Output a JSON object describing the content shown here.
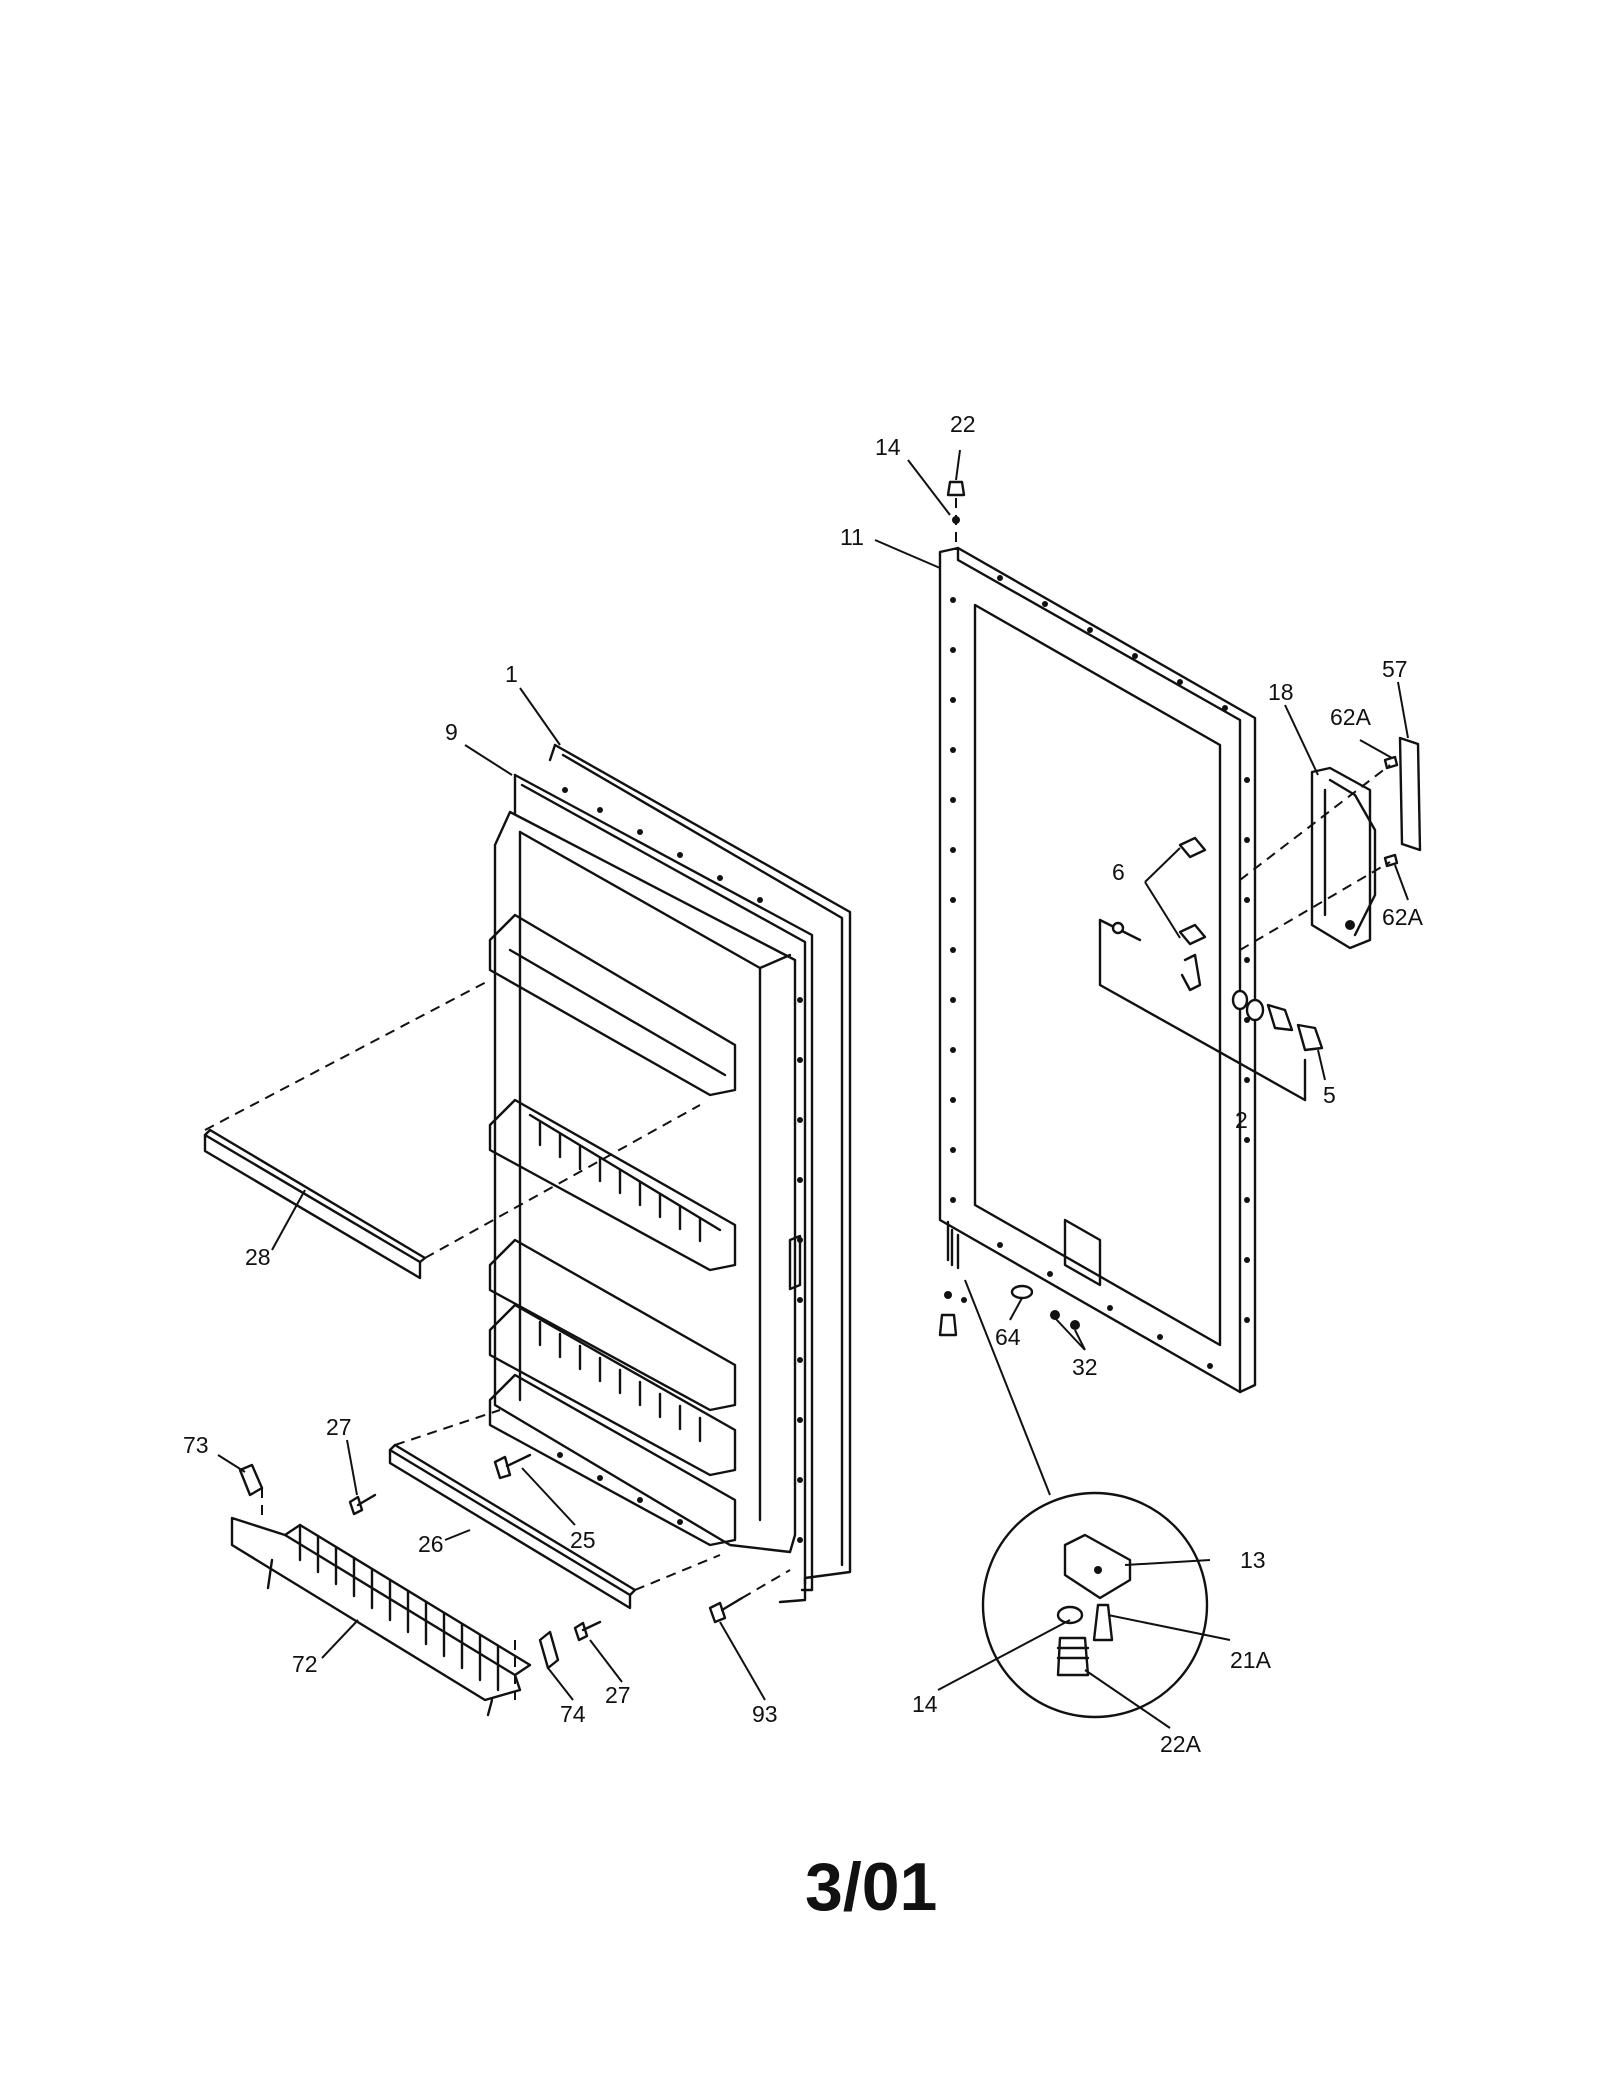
{
  "diagram": {
    "footer_code": "3/01",
    "callouts": [
      {
        "id": "1",
        "label": "1"
      },
      {
        "id": "9",
        "label": "9"
      },
      {
        "id": "28",
        "label": "28"
      },
      {
        "id": "27a",
        "label": "27"
      },
      {
        "id": "73",
        "label": "73"
      },
      {
        "id": "26",
        "label": "26"
      },
      {
        "id": "25",
        "label": "25"
      },
      {
        "id": "72",
        "label": "72"
      },
      {
        "id": "74",
        "label": "74"
      },
      {
        "id": "27b",
        "label": "27"
      },
      {
        "id": "93",
        "label": "93"
      },
      {
        "id": "14a",
        "label": "14"
      },
      {
        "id": "22",
        "label": "22"
      },
      {
        "id": "11",
        "label": "11"
      },
      {
        "id": "18",
        "label": "18"
      },
      {
        "id": "57",
        "label": "57"
      },
      {
        "id": "62Aa",
        "label": "62A"
      },
      {
        "id": "62Ab",
        "label": "62A"
      },
      {
        "id": "6",
        "label": "6"
      },
      {
        "id": "5",
        "label": "5"
      },
      {
        "id": "2",
        "label": "2"
      },
      {
        "id": "64",
        "label": "64"
      },
      {
        "id": "32",
        "label": "32"
      },
      {
        "id": "13",
        "label": "13"
      },
      {
        "id": "14b",
        "label": "14"
      },
      {
        "id": "21A",
        "label": "21A"
      },
      {
        "id": "22A",
        "label": "22A"
      }
    ]
  }
}
